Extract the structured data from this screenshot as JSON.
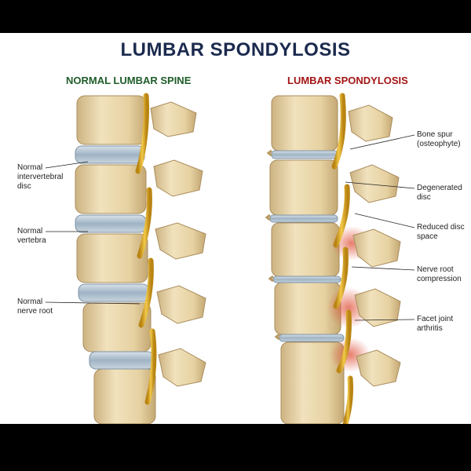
{
  "title": "LUMBAR SPONDYLOSIS",
  "panels": {
    "normal": {
      "heading": "NORMAL LUMBAR SPINE",
      "labels": {
        "disc": "Normal\nintervertebral\ndisc",
        "vertebra": "Normal\nvertebra",
        "nerve": "Normal\nnerve root"
      }
    },
    "spondylosis": {
      "heading": "LUMBAR SPONDYLOSIS",
      "labels": {
        "bone_spur": "Bone spur\n(osteophyte)",
        "degenerated_disc": "Degenerated\ndisc",
        "reduced_space": "Reduced disc\nspace",
        "nerve_compression": "Nerve root\ncompression",
        "facet_arthritis": "Facet joint\narthritis"
      }
    }
  },
  "colors": {
    "title": "#1b2a4e",
    "normal_heading": "#1f5d2a",
    "spondylosis_heading": "#a31515",
    "bone": "#e9d6ab",
    "disc": "#a9bccb",
    "nerve": "#d9a92c",
    "inflammation": "#e0523a"
  }
}
